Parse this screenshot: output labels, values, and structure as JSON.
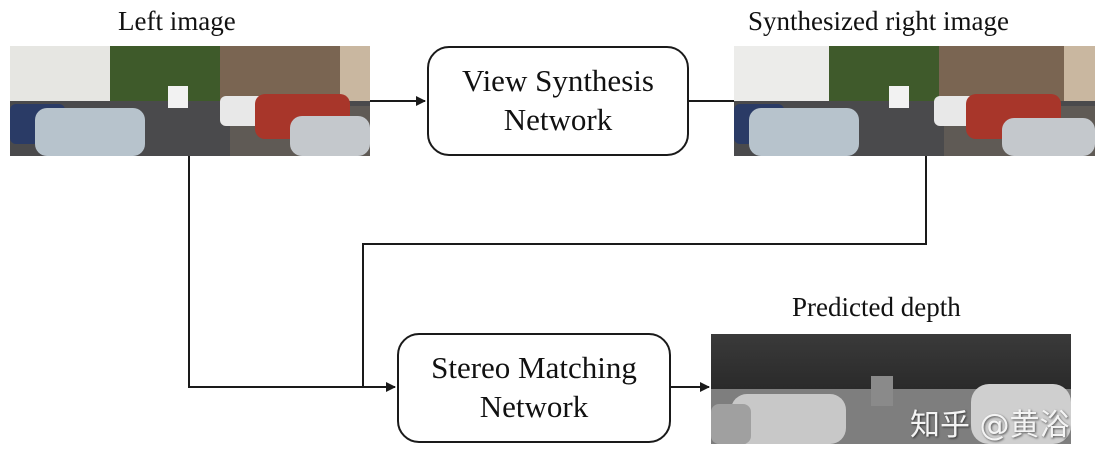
{
  "labels": {
    "left_image": "Left image",
    "synth_right_image": "Synthesized right image",
    "predicted_depth": "Predicted depth"
  },
  "boxes": {
    "view_synthesis": {
      "line1": "View Synthesis",
      "line2": "Network"
    },
    "stereo_matching": {
      "line1": "Stereo Matching",
      "line2": "Network"
    }
  },
  "images": {
    "left": "street-scene-photo",
    "right": "street-scene-photo-synthesized",
    "depth": "grayscale-depth-map"
  },
  "watermark": "知乎 @黄浴",
  "colors": {
    "line": "#1a1a1a",
    "background": "#ffffff"
  }
}
